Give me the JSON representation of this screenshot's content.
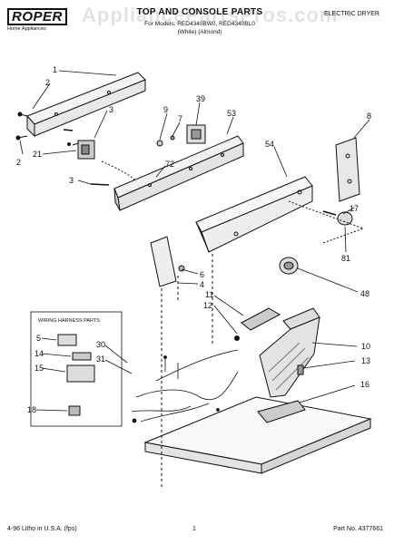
{
  "header": {
    "brand": "ROPER",
    "brand_subtitle": "Home Appliances",
    "title": "TOP AND CONSOLE PARTS",
    "models_line": "For Models: RED4340BW0, RED4340BL0",
    "color_line": "(White)       (Almond)",
    "category": "ELECTRIC DRYER"
  },
  "watermark": "AppliancePartsPros.com",
  "callouts": {
    "c1": "1",
    "c2a": "2",
    "c2b": "2",
    "c3a": "3",
    "c3b": "3",
    "c21": "21",
    "c72": "72",
    "c9": "9",
    "c7": "7",
    "c39": "39",
    "c53": "53",
    "c8": "8",
    "c54": "54",
    "c17": "17",
    "c81": "81",
    "c6": "6",
    "c4": "4",
    "c48": "48",
    "c11": "11",
    "c12": "12",
    "c10": "10",
    "c13": "13",
    "c16": "16",
    "c30": "30",
    "c31": "31",
    "c5": "5",
    "c14": "14",
    "c15": "15",
    "c18": "18"
  },
  "harness_box": {
    "title": "WIRING HARNESS PARTS"
  },
  "footer": {
    "print_info": "4-96 Litho in U.S.A. (fps)",
    "page": "1",
    "part_no": "Part No. 4377661"
  }
}
